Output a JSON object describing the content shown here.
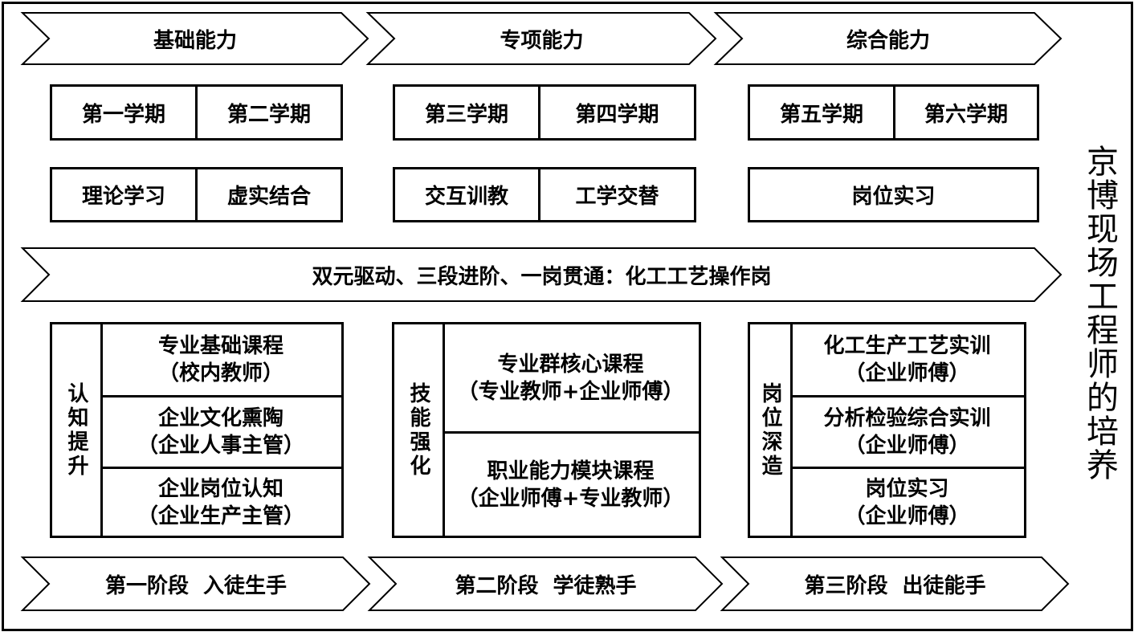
{
  "top_phases": [
    "基础能力",
    "专项能力",
    "综合能力"
  ],
  "semesters": [
    [
      "第一学期",
      "第二学期"
    ],
    [
      "第三学期",
      "第四学期"
    ],
    [
      "第五学期",
      "第六学期"
    ]
  ],
  "methods": [
    [
      "理论学习",
      "虚实结合"
    ],
    [
      "交互训教",
      "工学交替"
    ],
    [
      "岗位实习"
    ]
  ],
  "banner": "双元驱动、三段进阶、一岗贯通：化工工艺操作岗",
  "groups": [
    {
      "label": "认知提升",
      "courses": [
        {
          "name": "专业基础课程",
          "teacher": "（校内教师）"
        },
        {
          "name": "企业文化熏陶",
          "teacher": "（企业人事主管）"
        },
        {
          "name": "企业岗位认知",
          "teacher": "（企业生产主管）"
        }
      ]
    },
    {
      "label": "技能强化",
      "courses": [
        {
          "name": "专业群核心课程",
          "teacher": "（专业教师+企业师傅）"
        },
        {
          "name": "职业能力模块课程",
          "teacher": "（企业师傅+专业教师）"
        }
      ]
    },
    {
      "label": "岗位深造",
      "courses": [
        {
          "name": "化工生产工艺实训",
          "teacher": "（企业师傅）"
        },
        {
          "name": "分析检验综合实训",
          "teacher": "（企业师傅）"
        },
        {
          "name": "岗位实习",
          "teacher": "（企业师傅）"
        }
      ]
    }
  ],
  "bottom_stages": [
    "第一阶段  入徒生手",
    "第二阶段  学徒熟手",
    "第三阶段  出徒能手"
  ],
  "side_title": "京博现场工程师的培养"
}
